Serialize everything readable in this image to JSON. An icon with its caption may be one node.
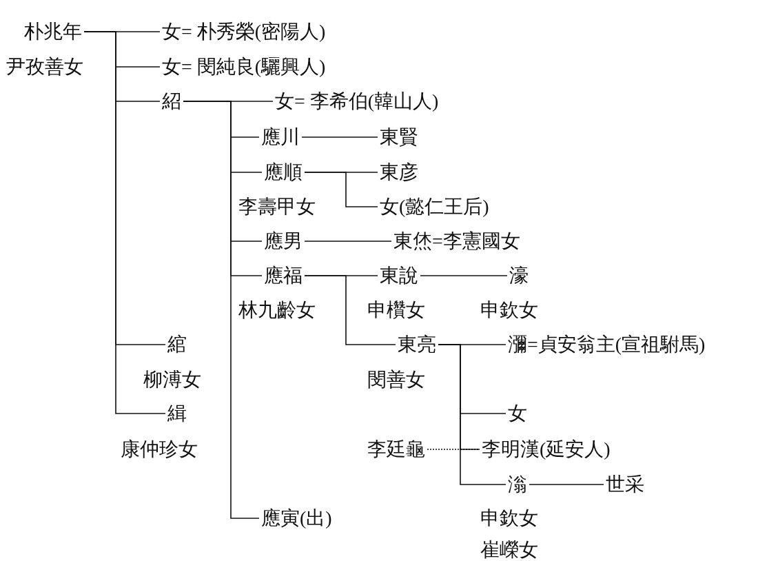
{
  "diagram": {
    "nodes": [
      {
        "text": [
          "朴兆年"
        ],
        "beside": [
          "尹孜善女"
        ]
      },
      {
        "text": [
          "女= 朴秀榮(密陽人)"
        ]
      },
      {
        "text": [
          "女= 閔純良(驪興人)"
        ]
      },
      {
        "text": [
          "紹"
        ]
      },
      {
        "text": [
          "女= 李希伯(韓山人)"
        ]
      },
      {
        "text": [
          "應川"
        ]
      },
      {
        "text": [
          "東賢"
        ]
      },
      {
        "text": [
          "應順"
        ],
        "beside": [
          "李壽甲女"
        ]
      },
      {
        "text": [
          "東彦"
        ]
      },
      {
        "text": [
          "女(懿仁王后)"
        ]
      },
      {
        "text": [
          "應男"
        ]
      },
      {
        "text": [
          "東烋=李憲國女"
        ]
      },
      {
        "text": [
          "應福"
        ],
        "beside": [
          "林九齡女"
        ]
      },
      {
        "text": [
          "東說"
        ],
        "beside": [
          "申欑女"
        ]
      },
      {
        "text": [
          "濠"
        ],
        "beside": [
          "申欽女"
        ]
      },
      {
        "text": [
          "綰"
        ],
        "beside": [
          "柳溥女"
        ]
      },
      {
        "text": [
          "東亮"
        ],
        "beside": [
          "閔善女"
        ]
      },
      {
        "text": [
          "瀰=貞安翁主(宣祖駙馬)"
        ]
      },
      {
        "text": [
          "緝"
        ],
        "beside": [
          "康仲珍女"
        ]
      },
      {
        "text": [
          "女"
        ]
      },
      {
        "text": [
          "李廷龜"
        ]
      },
      {
        "text": [
          "李明漢(延安人)"
        ]
      },
      {
        "text": [
          "滃"
        ],
        "beside": [
          "申欽女",
          "崔嶸女"
        ]
      },
      {
        "text": [
          "世采"
        ]
      },
      {
        "text": [
          "應寅(出)"
        ]
      }
    ],
    "edges": [
      {
        "from": 0,
        "to": 1,
        "arrow": "none"
      },
      {
        "from": 0,
        "to": 2,
        "arrow": "none"
      },
      {
        "from": 0,
        "to": 3,
        "arrow": "none"
      },
      {
        "from": 0,
        "to": 15,
        "arrow": "none"
      },
      {
        "from": 0,
        "to": 18,
        "arrow": "none"
      },
      {
        "from": 3,
        "to": 4,
        "arrow": "none"
      },
      {
        "from": 3,
        "to": 5,
        "arrow": "none"
      },
      {
        "from": 3,
        "to": 7,
        "arrow": "none"
      },
      {
        "from": 3,
        "to": 10,
        "arrow": "none"
      },
      {
        "from": 3,
        "to": 12,
        "arrow": "none"
      },
      {
        "from": 3,
        "to": 24,
        "arrow": "none"
      },
      {
        "from": 5,
        "to": 6,
        "arrow": "none"
      },
      {
        "from": 7,
        "to": 8,
        "arrow": "none"
      },
      {
        "from": 7,
        "to": 9,
        "arrow": "none"
      },
      {
        "from": 10,
        "to": 11,
        "arrow": "none"
      },
      {
        "from": 12,
        "to": 13,
        "arrow": "none"
      },
      {
        "from": 12,
        "to": 16,
        "arrow": "none"
      },
      {
        "from": 13,
        "to": 14,
        "arrow": "none"
      },
      {
        "from": 16,
        "to": 17,
        "arrow": "none"
      },
      {
        "from": 16,
        "to": 19,
        "arrow": "none"
      },
      {
        "from": 16,
        "to": 21,
        "arrow": "none"
      },
      {
        "from": 16,
        "to": 22,
        "arrow": "none"
      },
      {
        "from": 22,
        "to": 23,
        "arrow": "none"
      },
      {
        "from": 20,
        "to": 21,
        "arrow": "none",
        "style": "dashed"
      }
    ]
  }
}
